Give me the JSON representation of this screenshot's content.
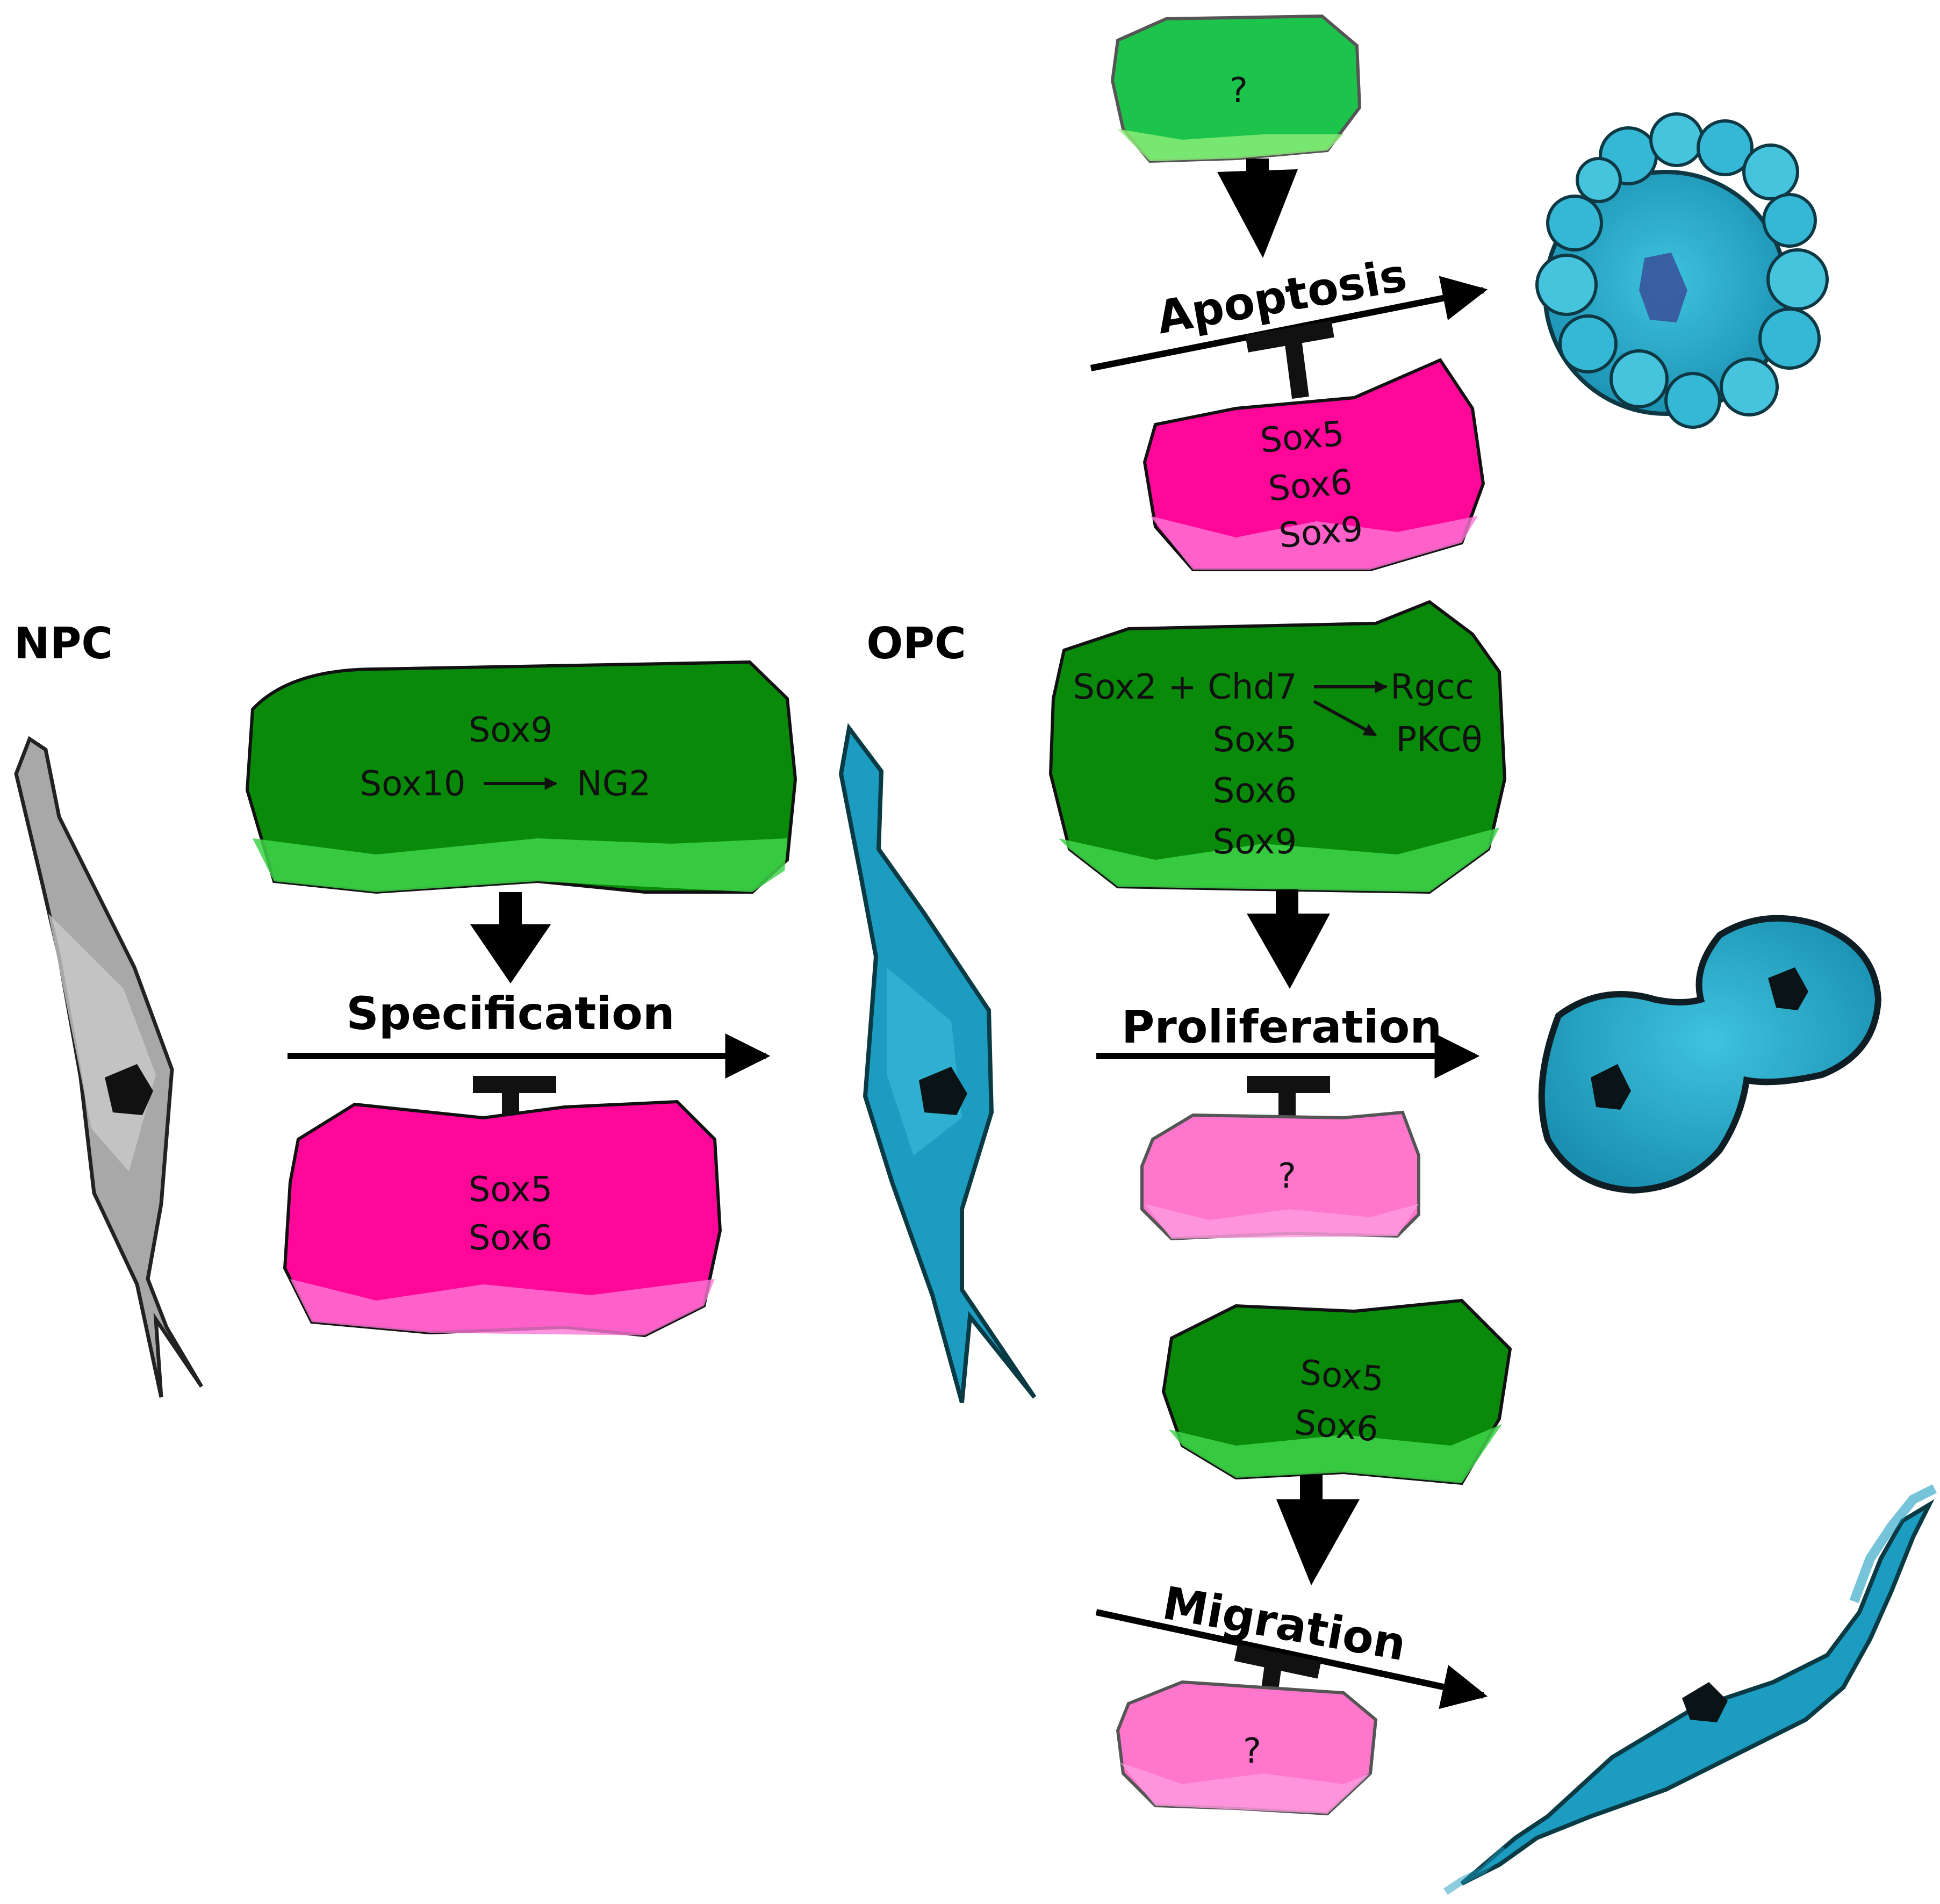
{
  "cells": {
    "npc": "NPC",
    "opc": "OPC"
  },
  "specification": {
    "label": "Specification",
    "promoters": {
      "line1": "Sox9",
      "line2a": "Sox10",
      "line2b": "NG2"
    },
    "inhibitors": {
      "line1": "Sox5",
      "line2": "Sox6"
    }
  },
  "apoptosis": {
    "label": "Apoptosis",
    "promoter": "?",
    "inhibitors": {
      "line1": "Sox5",
      "line2": "Sox6",
      "line3": "Sox9"
    }
  },
  "proliferation": {
    "label": "Proliferation",
    "promoters": {
      "line1": "Sox2 + Chd7",
      "target1": "Rgcc",
      "target2": "PKCθ",
      "line2": "Sox5",
      "line3": "Sox6",
      "line4": "Sox9"
    },
    "inhibitor": "?"
  },
  "migration": {
    "label": "Migration",
    "promoters": {
      "line1": "Sox5",
      "line2": "Sox6"
    },
    "inhibitor": "?"
  },
  "colors": {
    "promote_dark": "#0a8a0a",
    "promote_light": "#33cc44",
    "inhibit_dark": "#ff0099",
    "inhibit_light": "#ff77cc",
    "opc_cyan": "#23a8c9",
    "npc_gray": "#9a9a9a"
  }
}
